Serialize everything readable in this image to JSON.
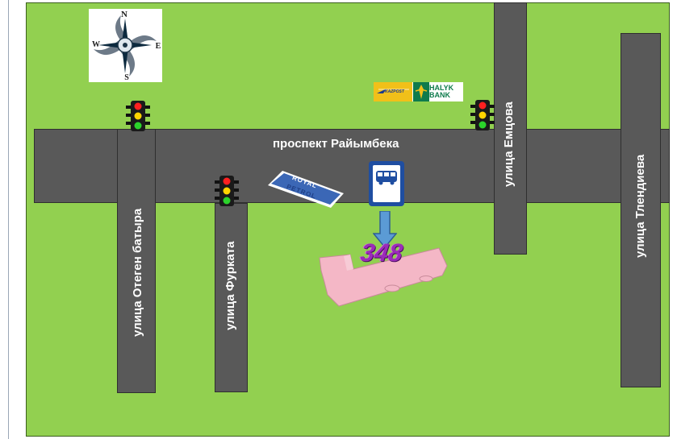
{
  "map": {
    "background_color": "#92d050",
    "road_color": "#595959",
    "streets": {
      "raiymbek": "проспект Райымбека",
      "otegen": "улица Отеген батыра",
      "furkata": "улица Фурката",
      "emtsova": "улица Емцова",
      "tlendieva": "улица Тлендиева"
    },
    "compass": {
      "n": "N",
      "e": "E",
      "s": "S",
      "w": "W"
    },
    "bus_route": "348",
    "gas_station": {
      "line1": "ROYAL",
      "line2": "PETROL"
    },
    "banks": {
      "kazpost": "KAZPOST",
      "halyk_line1": "HALYK",
      "halyk_line2": "BANK"
    },
    "colors": {
      "bus_stop_blue": "#1f4ea1",
      "route_purple": "#9b2cb8",
      "bus_pink": "#f4b7c6",
      "arrow_blue": "#5b9bd5"
    }
  }
}
